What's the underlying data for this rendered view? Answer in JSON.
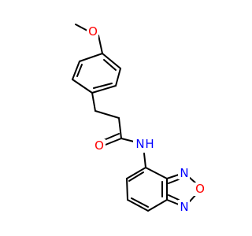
{
  "structure": {
    "colors": {
      "bond": "#000000",
      "oxygen": "#ff0000",
      "nitrogen": "#0000ff",
      "background": "#ffffff"
    },
    "atoms": {
      "O_methoxy": {
        "symbol": "O",
        "color": "#ff0000"
      },
      "O_carbonyl": {
        "symbol": "O",
        "color": "#ff0000"
      },
      "NH_amide": {
        "symbol": "N",
        "suffix": "H",
        "color": "#0000ff"
      },
      "N_ring_top": {
        "symbol": "N",
        "color": "#0000ff"
      },
      "O_ring": {
        "symbol": "O",
        "color": "#ff0000"
      },
      "N_ring_bottom": {
        "symbol": "N",
        "color": "#0000ff"
      }
    }
  }
}
